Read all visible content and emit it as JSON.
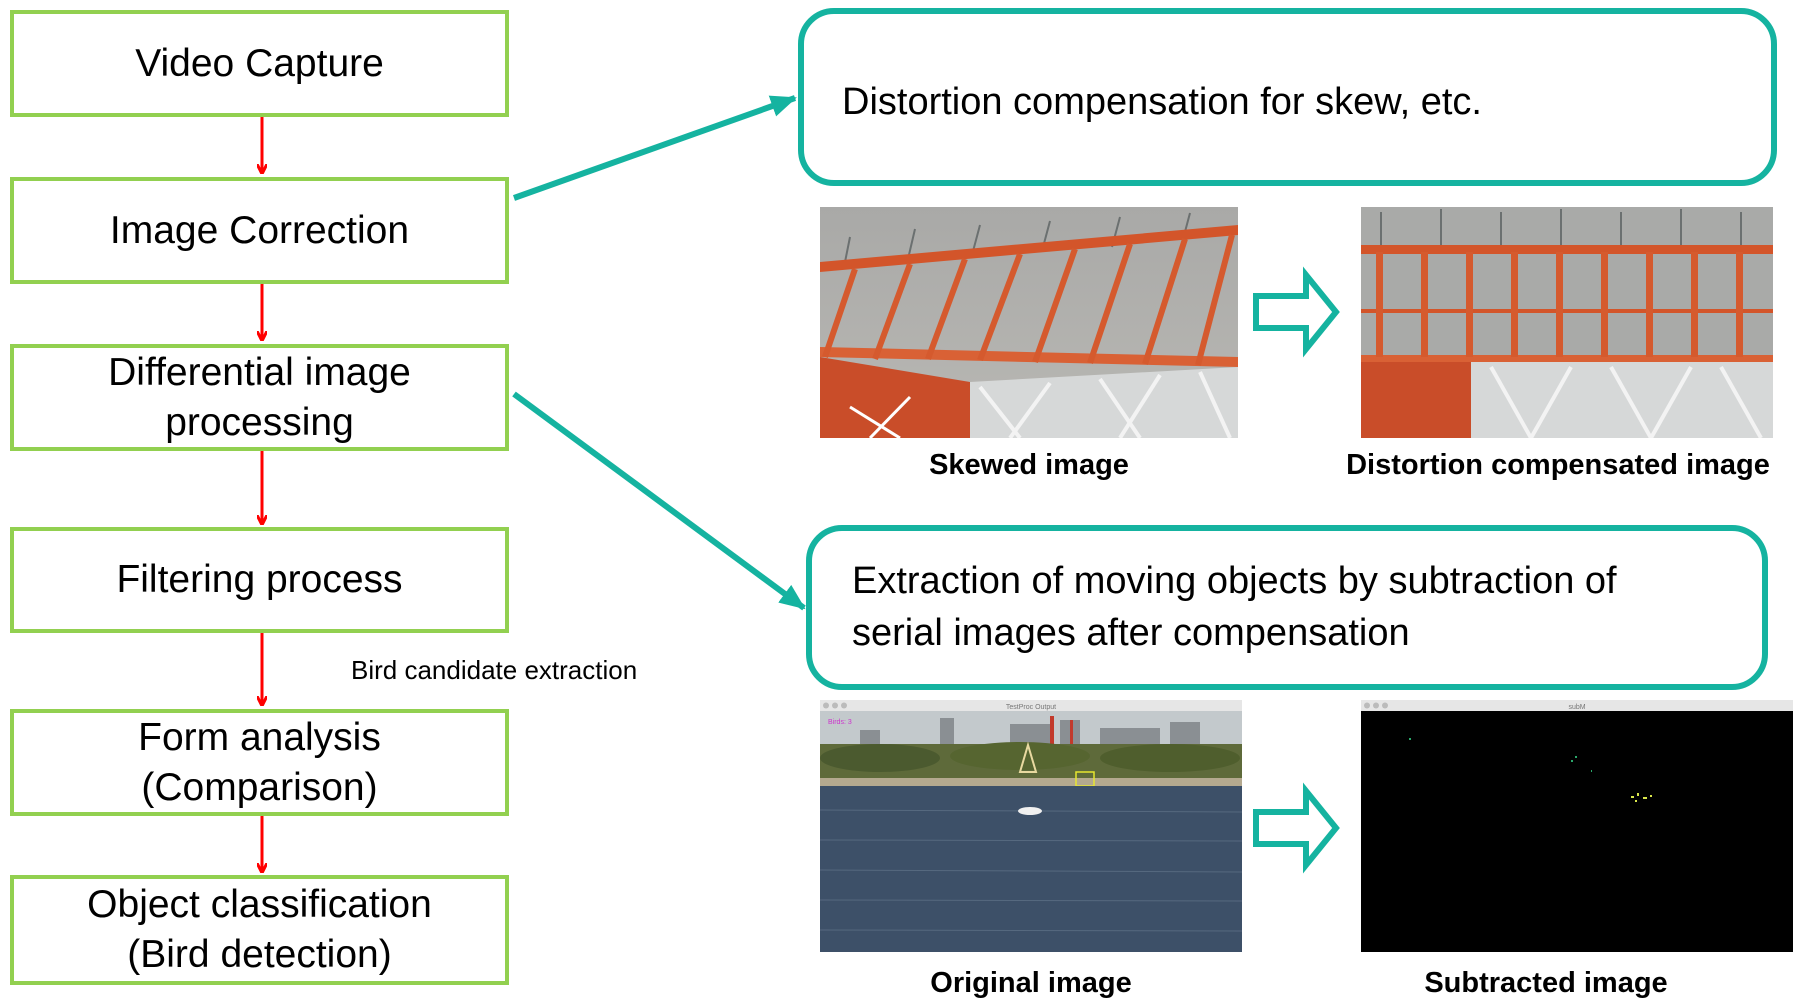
{
  "flow": {
    "steps": [
      {
        "id": "video-capture",
        "label": "Video Capture"
      },
      {
        "id": "image-correction",
        "label": "Image Correction"
      },
      {
        "id": "differential",
        "label": "Differential image\nprocessing"
      },
      {
        "id": "filtering",
        "label": "Filtering process"
      },
      {
        "id": "form-analysis",
        "label": "Form analysis\n(Comparison)"
      },
      {
        "id": "object-classification",
        "label": "Object classification\n(Bird detection)"
      }
    ],
    "note": "Bird candidate extraction"
  },
  "callouts": {
    "correction": "Distortion compensation for skew, etc.",
    "differential": "Extraction of moving objects by subtraction of\nserial images after compensation"
  },
  "images": {
    "skewed_caption": "Skewed image",
    "compensated_caption": "Distortion compensated image",
    "original_caption": "Original image",
    "subtracted_caption": "Subtracted image",
    "original_window_title": "TestProc Output",
    "subtracted_window_title": "subM",
    "overlay_text": "Birds: 3"
  },
  "colors": {
    "step_border": "#92d050",
    "flow_arrow": "#ff0000",
    "callout": "#15b3a0"
  }
}
